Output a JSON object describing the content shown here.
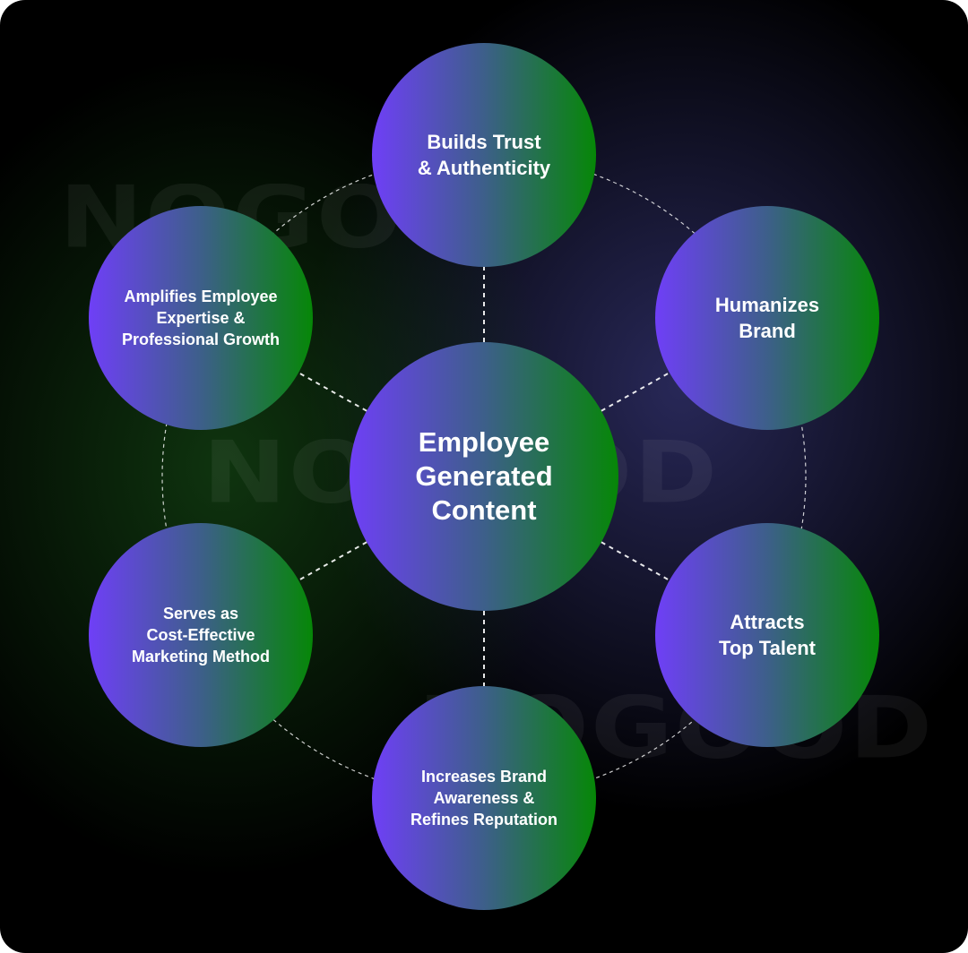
{
  "watermark": "NOGOOD",
  "colors": {
    "gradient_start": "#6f3ff7",
    "gradient_end": "#068707",
    "background": "#000000",
    "connector": "#ffffff"
  },
  "center": {
    "label": "Employee\nGenerated\nContent"
  },
  "nodes": [
    {
      "label": "Builds Trust\n& Authenticity"
    },
    {
      "label": "Humanizes\nBrand"
    },
    {
      "label": "Attracts\nTop Talent"
    },
    {
      "label": "Increases Brand\nAwareness &\nRefines Reputation"
    },
    {
      "label": "Serves as\nCost-Effective\nMarketing Method"
    },
    {
      "label": "Amplifies Employee\nExpertise &\nProfessional Growth"
    }
  ]
}
